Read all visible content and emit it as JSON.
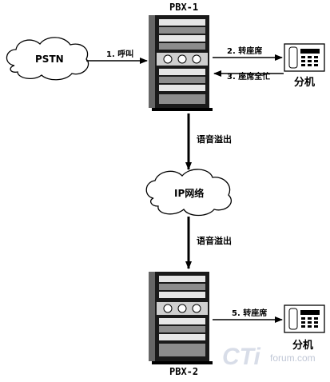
{
  "nodes": {
    "pbx1_label": "PBX-1",
    "pbx2_label": "PBX-2",
    "pstn_label": "PSTN",
    "ip_label": "IP网络",
    "ext1_label": "分机",
    "ext2_label": "分机"
  },
  "edges": {
    "call": "1. 呼叫",
    "transfer_seat": "2. 转座席",
    "seats_busy": "3. 座席全忙",
    "voice_overflow_1": "语音溢出",
    "voice_overflow_2": "语音溢出",
    "transfer_seat_2": "5. 转座席"
  },
  "watermark": {
    "logo": "CTi",
    "text": "forum.com"
  },
  "colors": {
    "line": "#000000",
    "rack_dark": "#1a1a1a",
    "rack_mid": "#8c8c8c",
    "rack_light": "#e6e6e6",
    "watermark": "#d8dde8"
  }
}
